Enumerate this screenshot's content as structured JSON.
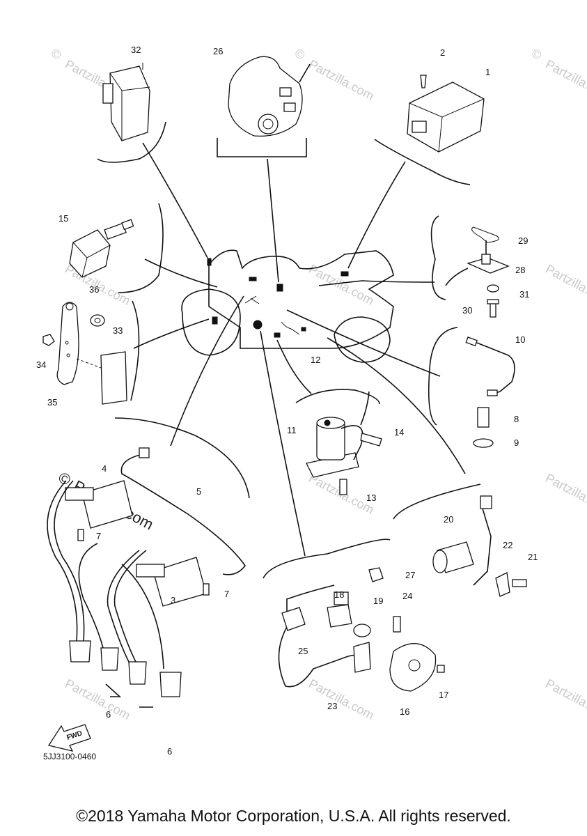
{
  "diagram": {
    "code": "5JJ3100-0460",
    "fwd_label": "FWD",
    "watermark_text": "Partzilla.com",
    "watermark_symbol": "©",
    "callouts": [
      "1",
      "2",
      "3",
      "4",
      "5",
      "6",
      "6",
      "7",
      "7",
      "8",
      "9",
      "10",
      "11",
      "12",
      "13",
      "14",
      "15",
      "16",
      "17",
      "18",
      "19",
      "20",
      "21",
      "22",
      "23",
      "24",
      "25",
      "26",
      "27",
      "28",
      "29",
      "30",
      "31",
      "32",
      "33",
      "34",
      "35",
      "36"
    ]
  },
  "footer": {
    "copyright": "©2018 Yamaha Motor Corporation, U.S.A. All rights reserved."
  }
}
